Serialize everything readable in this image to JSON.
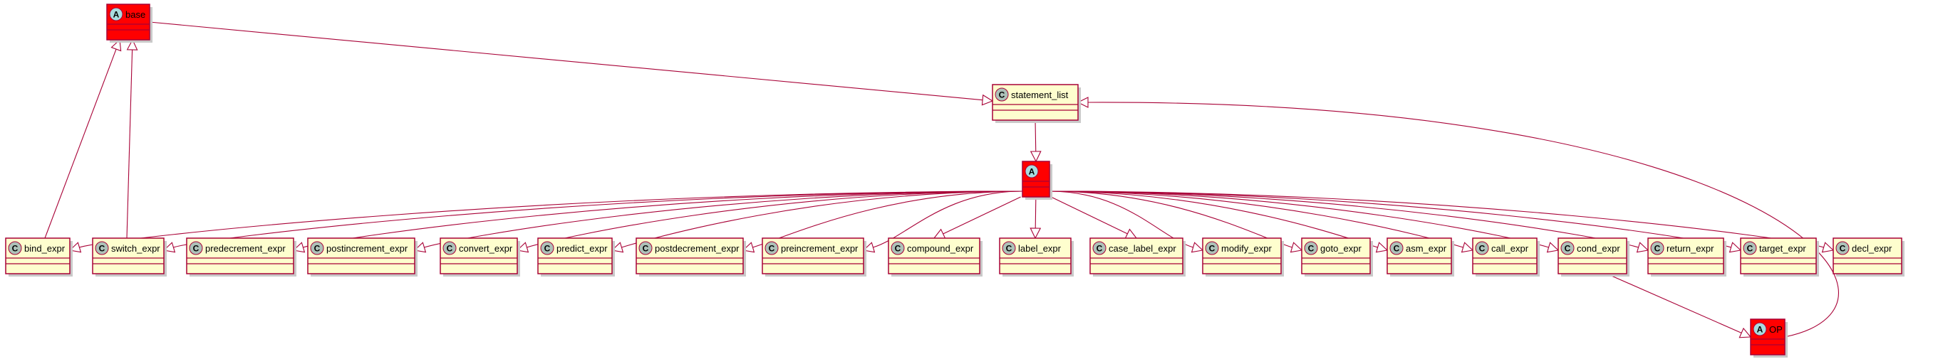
{
  "diagram": {
    "type": "uml-class-diagram",
    "colors": {
      "class_fill": "#fefece",
      "abstract_fill": "#ff0000",
      "border": "#a80036",
      "class_circle": "#adc1b8",
      "abstract_circle": "#a9dcdf"
    },
    "nodes": {
      "base": {
        "name": "base",
        "stereotype": "A",
        "kind": "abstract"
      },
      "statement_list": {
        "name": "statement_list",
        "stereotype": "C",
        "kind": "class"
      },
      "expr": {
        "name": "",
        "stereotype": "A",
        "kind": "abstract"
      },
      "op": {
        "name": "OP",
        "stereotype": "A",
        "kind": "abstract"
      },
      "bind_expr": {
        "name": "bind_expr",
        "stereotype": "C",
        "kind": "class"
      },
      "switch_expr": {
        "name": "switch_expr",
        "stereotype": "C",
        "kind": "class"
      },
      "predecrement_expr": {
        "name": "predecrement_expr",
        "stereotype": "C",
        "kind": "class"
      },
      "postincrement_expr": {
        "name": "postincrement_expr",
        "stereotype": "C",
        "kind": "class"
      },
      "convert_expr": {
        "name": "convert_expr",
        "stereotype": "C",
        "kind": "class"
      },
      "predict_expr": {
        "name": "predict_expr",
        "stereotype": "C",
        "kind": "class"
      },
      "postdecrement_expr": {
        "name": "postdecrement_expr",
        "stereotype": "C",
        "kind": "class"
      },
      "preincrement_expr": {
        "name": "preincrement_expr",
        "stereotype": "C",
        "kind": "class"
      },
      "compound_expr": {
        "name": "compound_expr",
        "stereotype": "C",
        "kind": "class"
      },
      "label_expr": {
        "name": "label_expr",
        "stereotype": "C",
        "kind": "class"
      },
      "case_label_expr": {
        "name": "case_label_expr",
        "stereotype": "C",
        "kind": "class"
      },
      "modify_expr": {
        "name": "modify_expr",
        "stereotype": "C",
        "kind": "class"
      },
      "goto_expr": {
        "name": "goto_expr",
        "stereotype": "C",
        "kind": "class"
      },
      "asm_expr": {
        "name": "asm_expr",
        "stereotype": "C",
        "kind": "class"
      },
      "call_expr": {
        "name": "call_expr",
        "stereotype": "C",
        "kind": "class"
      },
      "cond_expr": {
        "name": "cond_expr",
        "stereotype": "C",
        "kind": "class"
      },
      "return_expr": {
        "name": "return_expr",
        "stereotype": "C",
        "kind": "class"
      },
      "target_expr": {
        "name": "target_expr",
        "stereotype": "C",
        "kind": "class"
      },
      "decl_expr": {
        "name": "decl_expr",
        "stereotype": "C",
        "kind": "class"
      }
    },
    "edges": [
      {
        "from": "base",
        "to": "statement_list",
        "relation": "extends"
      },
      {
        "from": "statement_list",
        "to": "expr",
        "relation": "extends"
      },
      {
        "from": "op",
        "to": "statement_list",
        "relation": "extends"
      },
      {
        "from": "bind_expr",
        "to": "base",
        "relation": "extends"
      },
      {
        "from": "switch_expr",
        "to": "base",
        "relation": "extends"
      },
      {
        "from": "expr",
        "to": "bind_expr",
        "relation": "extends"
      },
      {
        "from": "expr",
        "to": "switch_expr",
        "relation": "extends"
      },
      {
        "from": "expr",
        "to": "predecrement_expr",
        "relation": "extends"
      },
      {
        "from": "expr",
        "to": "postincrement_expr",
        "relation": "extends"
      },
      {
        "from": "expr",
        "to": "convert_expr",
        "relation": "extends"
      },
      {
        "from": "expr",
        "to": "predict_expr",
        "relation": "extends"
      },
      {
        "from": "expr",
        "to": "postdecrement_expr",
        "relation": "extends"
      },
      {
        "from": "expr",
        "to": "preincrement_expr",
        "relation": "extends"
      },
      {
        "from": "expr",
        "to": "compound_expr",
        "relation": "extends"
      },
      {
        "from": "expr",
        "to": "label_expr",
        "relation": "extends"
      },
      {
        "from": "expr",
        "to": "case_label_expr",
        "relation": "extends"
      },
      {
        "from": "expr",
        "to": "modify_expr",
        "relation": "extends"
      },
      {
        "from": "expr",
        "to": "goto_expr",
        "relation": "extends"
      },
      {
        "from": "expr",
        "to": "asm_expr",
        "relation": "extends"
      },
      {
        "from": "expr",
        "to": "call_expr",
        "relation": "extends"
      },
      {
        "from": "expr",
        "to": "cond_expr",
        "relation": "extends"
      },
      {
        "from": "expr",
        "to": "return_expr",
        "relation": "extends"
      },
      {
        "from": "expr",
        "to": "target_expr",
        "relation": "extends"
      },
      {
        "from": "expr",
        "to": "decl_expr",
        "relation": "extends"
      },
      {
        "from": "cond_expr",
        "to": "op",
        "relation": "extends"
      }
    ]
  }
}
